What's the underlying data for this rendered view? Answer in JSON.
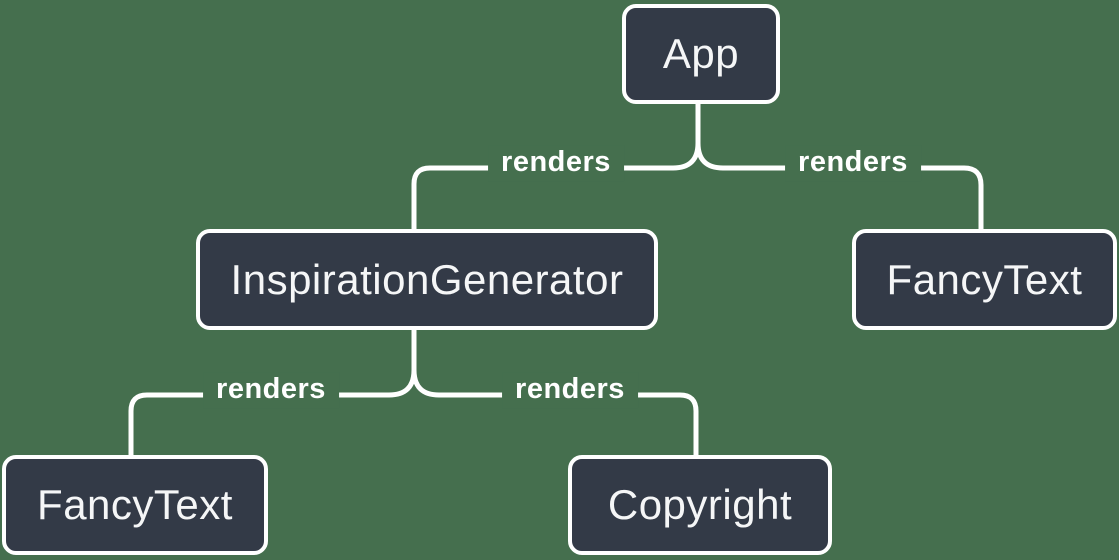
{
  "colors": {
    "background": "#456F4E",
    "node_fill": "#333A47",
    "node_border": "#FFFFFF",
    "node_text": "#F5F6F7",
    "edge_line": "#FFFFFF",
    "edge_label_text": "#FFFFFF"
  },
  "nodes": [
    {
      "id": "app",
      "label": "App"
    },
    {
      "id": "inspiration-generator",
      "label": "InspirationGenerator"
    },
    {
      "id": "fancy-text-top-right",
      "label": "FancyText"
    },
    {
      "id": "fancy-text-bottom-left",
      "label": "FancyText"
    },
    {
      "id": "copyright",
      "label": "Copyright"
    }
  ],
  "edges": [
    {
      "from": "App",
      "to": "InspirationGenerator",
      "label": "renders"
    },
    {
      "from": "App",
      "to": "FancyText",
      "label": "renders"
    },
    {
      "from": "InspirationGenerator",
      "to": "FancyText",
      "label": "renders"
    },
    {
      "from": "InspirationGenerator",
      "to": "Copyright",
      "label": "renders"
    }
  ]
}
